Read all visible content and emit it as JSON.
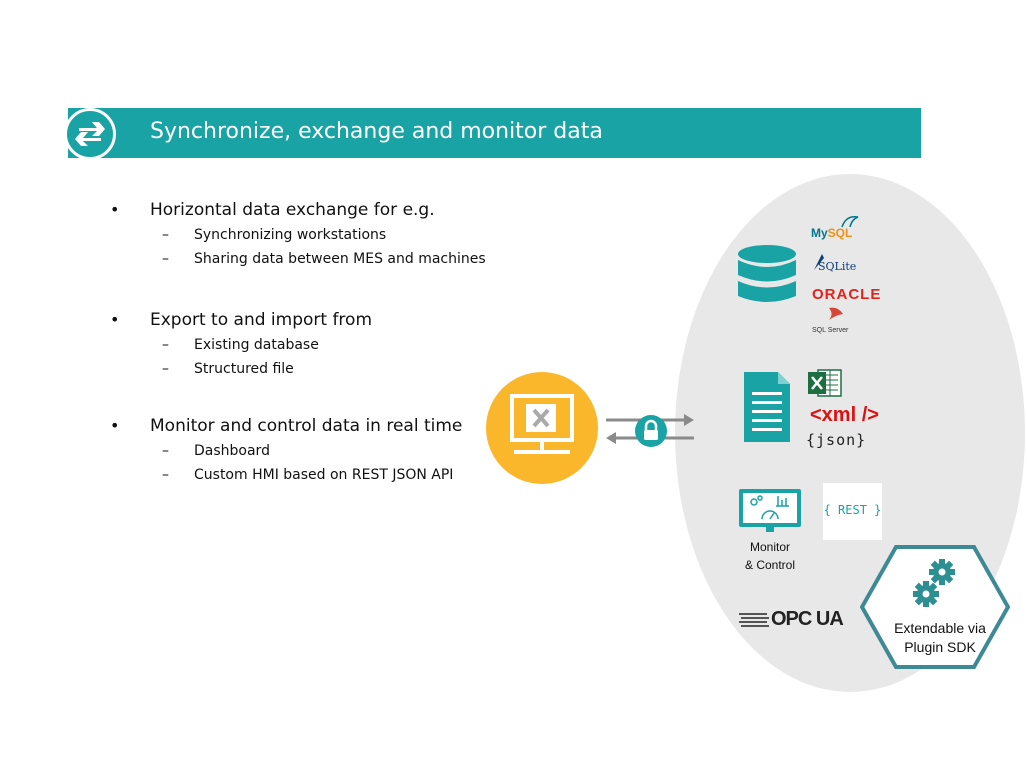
{
  "header": {
    "title": "Synchronize, exchange and monitor data",
    "icon": "exchange-arrows-icon",
    "color": "#1aa3a4"
  },
  "bullets": [
    {
      "text": "Horizontal data exchange for e.g.",
      "subs": [
        "Synchronizing workstations",
        "Sharing data between MES and machines"
      ]
    },
    {
      "text": "Export to and import from",
      "subs": [
        "Existing database",
        "Structured file"
      ]
    },
    {
      "text": "Monitor and control data in real time",
      "subs": [
        "Dashboard",
        "Custom HMI based on REST JSON API"
      ]
    }
  ],
  "diagram": {
    "hub_icon": "server-app-icon",
    "link_icon": "lock-icon",
    "databases": {
      "icon": "database-icon",
      "mysql": {
        "prefix": "My",
        "suffix": "SQL"
      },
      "sqlite": "SQLite",
      "oracle": "ORACLE",
      "sqlserver": "SQL Server"
    },
    "files": {
      "icon": "document-icon",
      "excel_icon": "excel-icon",
      "xml_open": "<xml ",
      "xml_close": "/>",
      "json": "{json}"
    },
    "monitor": {
      "icon": "monitor-dashboard-icon",
      "line1": "Monitor",
      "line2": "& Control"
    },
    "rest": "{ REST }",
    "opc": "OPC UA",
    "plugin": {
      "icon": "gears-icon",
      "line1": "Extendable via",
      "line2": "Plugin SDK"
    }
  },
  "colors": {
    "teal": "#1aa3a4",
    "orange": "#fbb72c",
    "ellipse": "#e8e8e8"
  }
}
